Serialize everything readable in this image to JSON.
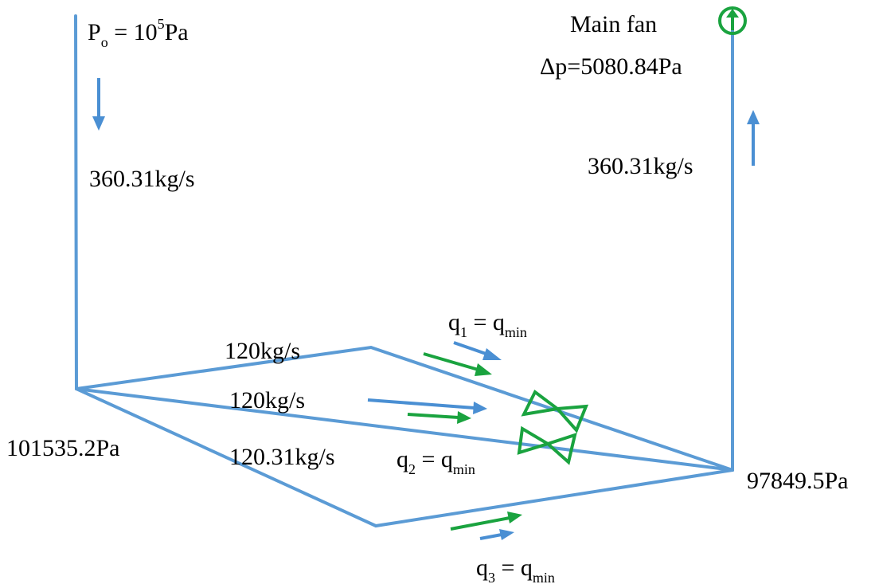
{
  "inlet": {
    "pressure_symbol": "P",
    "pressure_sub": "o",
    "pressure_eq": " = 10",
    "pressure_exp": "5",
    "pressure_unit": "Pa",
    "flow": "360.31kg/s"
  },
  "outlet": {
    "fan_label": "Main fan",
    "fan_dp": "Δp=5080.84Pa",
    "flow": "360.31kg/s"
  },
  "nodes": {
    "left_pressure": "101535.2Pa",
    "right_pressure": "97849.5Pa"
  },
  "branches": [
    {
      "flow": "120kg/s",
      "q": "q",
      "q_sub": "1",
      "eq": " = q",
      "q_min_sub": "min"
    },
    {
      "flow": "120kg/s",
      "q": "q",
      "q_sub": "2",
      "eq": " = q",
      "q_min_sub": "min"
    },
    {
      "flow": "120.31kg/s",
      "q": "q",
      "q_sub": "3",
      "eq": " = q",
      "q_min_sub": "min"
    }
  ],
  "colors": {
    "duct": "#5b9bd5",
    "flow_arrow": "#4a8fd3",
    "control_arrow": "#1aa33f"
  },
  "icons": [
    "fan-icon",
    "valve-icon"
  ]
}
